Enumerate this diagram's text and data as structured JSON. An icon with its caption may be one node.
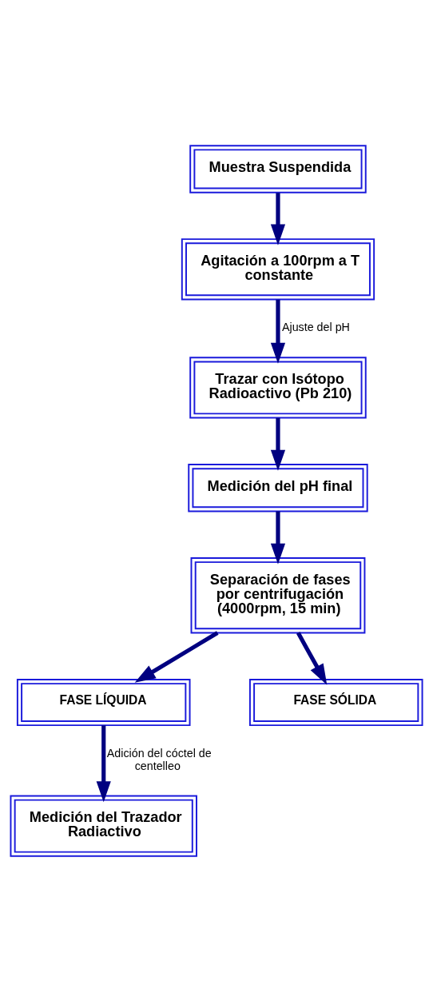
{
  "diagram": {
    "nodes": [
      {
        "text": [
          "Muestra Suspendida"
        ]
      },
      {
        "text": [
          "Agitación a 100rpm a T constante"
        ]
      },
      {
        "text": [
          "Trazar con Isótopo Radioactivo (Pb 210)"
        ]
      },
      {
        "text": [
          "Medición del pH final"
        ]
      },
      {
        "text": [
          "Separación de fases por centrifugación (4000rpm, 15 min)"
        ]
      },
      {
        "text": [
          "FASE LÍQUIDA"
        ]
      },
      {
        "text": [
          "FASE SÓLIDA"
        ]
      },
      {
        "text": [
          "Medición del Trazador Radiactivo"
        ]
      }
    ],
    "edges": [
      {
        "from": 0,
        "to": 1,
        "arrow": "to"
      },
      {
        "from": 1,
        "to": 2,
        "arrow": "to",
        "label": "Ajuste del pH"
      },
      {
        "from": 2,
        "to": 3,
        "arrow": "to"
      },
      {
        "from": 3,
        "to": 4,
        "arrow": "to"
      },
      {
        "from": 4,
        "to": 5,
        "arrow": "to"
      },
      {
        "from": 4,
        "to": 6,
        "arrow": "to"
      },
      {
        "from": 5,
        "to": 7,
        "arrow": "to",
        "label": "Adición del cóctel de centelleo"
      }
    ]
  }
}
